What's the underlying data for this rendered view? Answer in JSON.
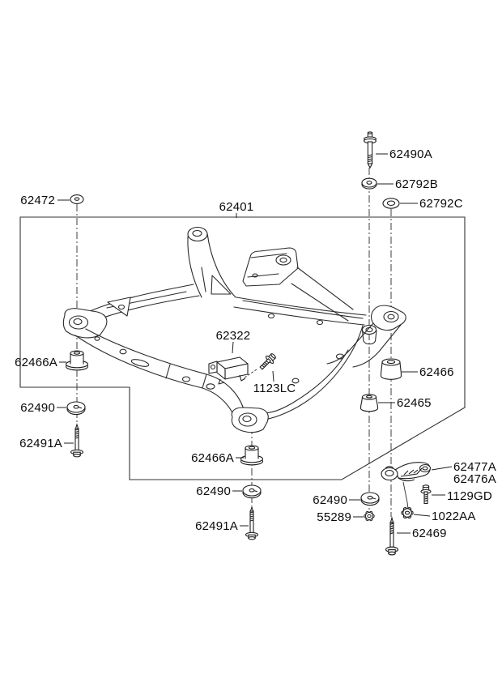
{
  "diagram": {
    "type": "parts-diagram",
    "subject_part": "62401",
    "colors": {
      "background": "#ffffff",
      "line": "#1f1f1f",
      "border": "#333333",
      "text": "#0a0a0a"
    },
    "labels": {
      "p62472": "62472",
      "p62401": "62401",
      "p62490A": "62490A",
      "p62792B": "62792B",
      "p62792C": "62792C",
      "p62466A_left": "62466A",
      "p62490_left": "62490",
      "p62491A_left": "62491A",
      "p62322": "62322",
      "p1123LC": "1123LC",
      "p62466": "62466",
      "p62465": "62465",
      "p62466A_bottom": "62466A",
      "p62490_bottom": "62490",
      "p62491A_bottom": "62491A",
      "p62490_right": "62490",
      "p55289": "55289",
      "p62477A": "62477A",
      "p62476A": "62476A",
      "p1129GD": "1129GD",
      "p1022AA": "1022AA",
      "p62469": "62469"
    }
  }
}
